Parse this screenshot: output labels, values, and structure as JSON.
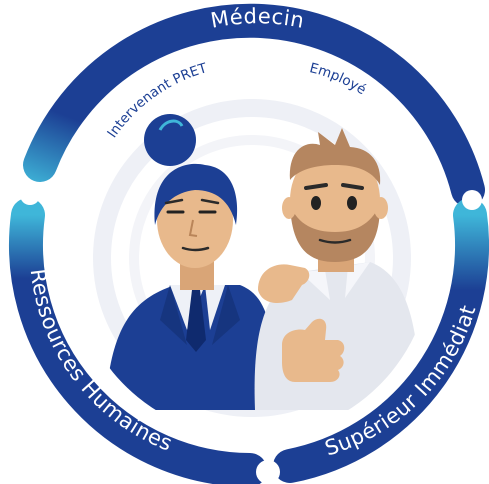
{
  "diagram": {
    "ring_labels": {
      "top": "Médecin",
      "left": "Ressources Humaines",
      "right": "Supérieur Immédiat"
    },
    "inner_labels": {
      "left": "Intervenant PRET",
      "right": "Employé"
    },
    "figures": {
      "woman": "woman-figure",
      "man": "man-figure"
    }
  },
  "colors": {
    "ring_dark": "#1c3f94",
    "ring_light": "#3fb6d9",
    "woman_suit": "#1c3f94",
    "man_shirt": "#e4e7ee",
    "skin": "#e8b98c"
  }
}
